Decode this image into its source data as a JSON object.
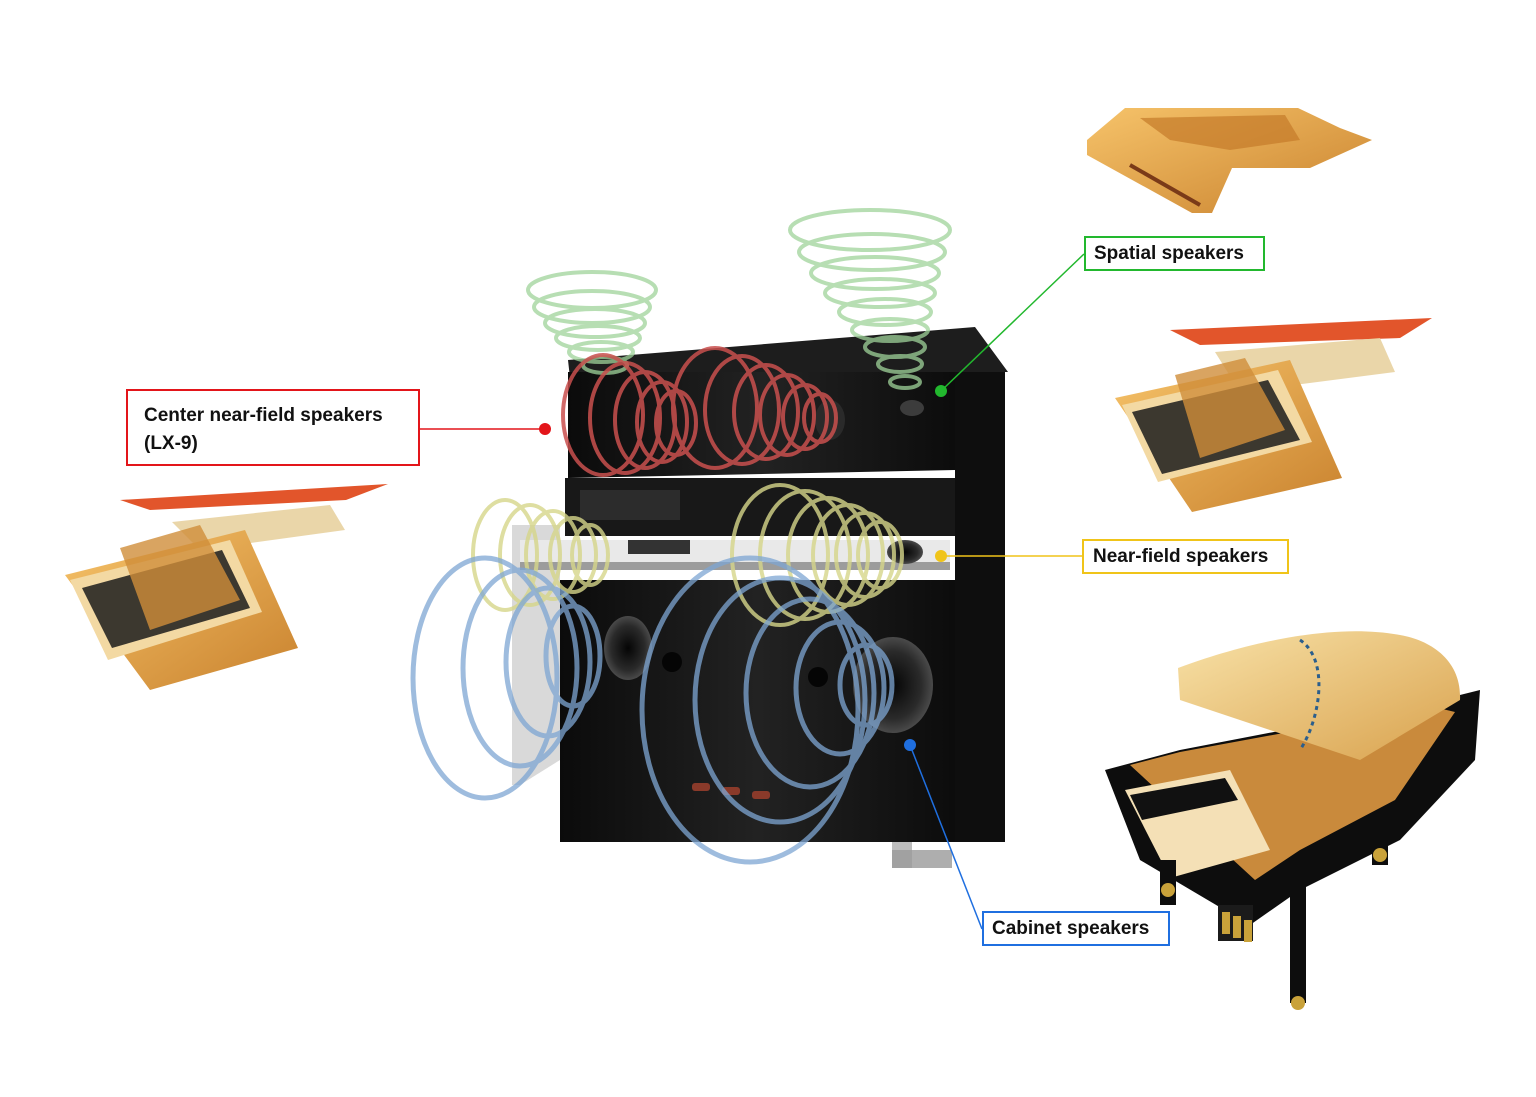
{
  "labels": {
    "center": {
      "line1": "Center near-field speakers",
      "line2": "(LX-9)",
      "color": "#e3151a"
    },
    "spatial": {
      "text": "Spatial speakers",
      "color": "#22b82e"
    },
    "near_field": {
      "text": "Near-field speakers",
      "color": "#f0c419"
    },
    "cabinet": {
      "text": "Cabinet speakers",
      "color": "#1f6fe0"
    }
  },
  "wave_colors": {
    "spatial": "#9fd39a",
    "center": "#c9504e",
    "near_field": "#d6d68a",
    "cabinet": "#7ea6d3"
  },
  "colors": {
    "piano_body": "#141414",
    "wood": "#e7a64a",
    "harp_red": "#e2552b"
  }
}
